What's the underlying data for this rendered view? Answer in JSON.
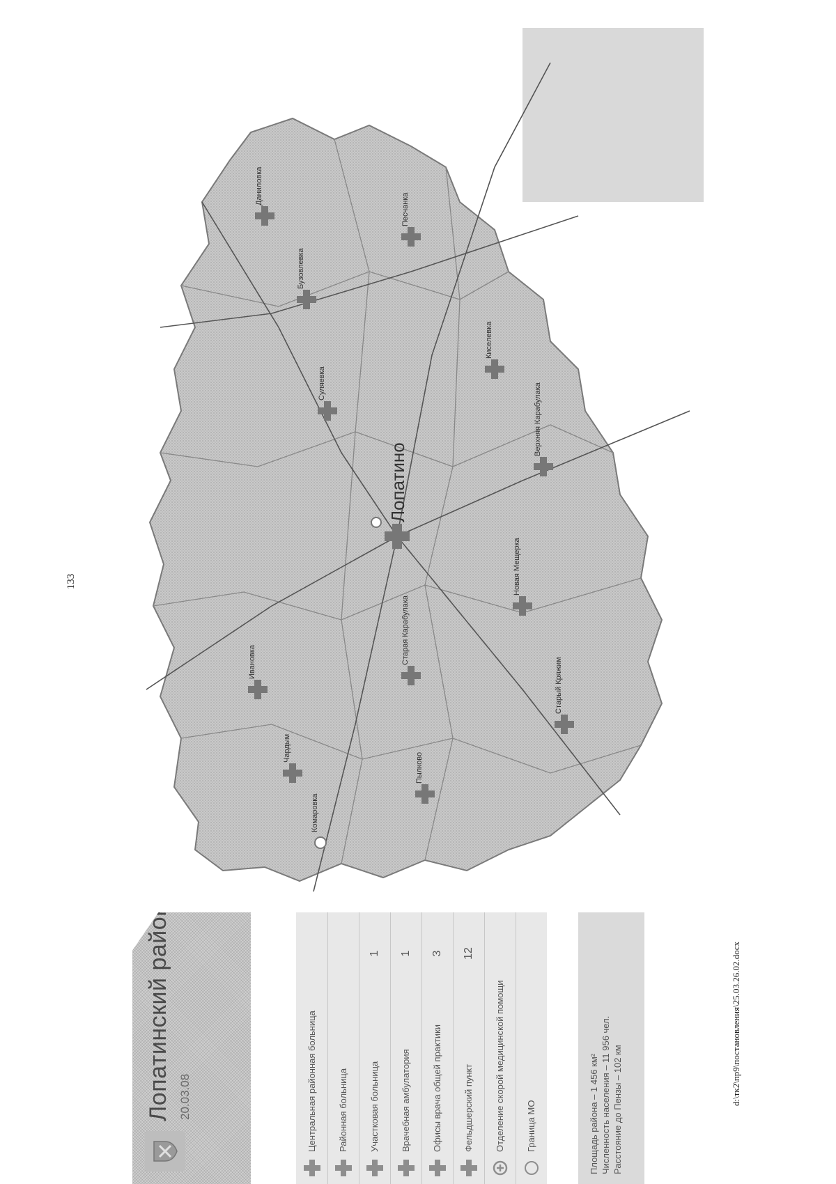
{
  "page_number": "133",
  "file_path": "d:\\тк2\\пр9\\постановления\\25.03.26.02.docx",
  "title": {
    "main": "Лопатинский район",
    "sub": "20.03.08"
  },
  "legend": [
    {
      "icon": "cross-icon",
      "label": "Центральная районная больница",
      "count": ""
    },
    {
      "icon": "cross-icon",
      "label": "Районная больница",
      "count": ""
    },
    {
      "icon": "cross-icon",
      "label": "Участковая больница",
      "count": "1"
    },
    {
      "icon": "cross-icon",
      "label": "Врачебная амбулатория",
      "count": "1"
    },
    {
      "icon": "cross-icon",
      "label": "Офисы врача общей практики",
      "count": "3"
    },
    {
      "icon": "cross-icon",
      "label": "Фельдшерский пункт",
      "count": "12"
    },
    {
      "icon": "ambulance-icon",
      "label": "Отделение скорой медицинской помощи",
      "count": ""
    },
    {
      "icon": "circle-icon",
      "label": "Граница МО",
      "count": ""
    }
  ],
  "summary": {
    "line1": "Площадь района – 1 456 км²",
    "line2": "Численность населения – 11 956 чел.",
    "line3": "Расстояние до Пензы – 102 км"
  },
  "map": {
    "center_label": "Лопатино",
    "settlements": [
      {
        "name": "Лопатино"
      },
      {
        "name": "Суляевка"
      },
      {
        "name": "Ивановка"
      },
      {
        "name": "Чардым"
      },
      {
        "name": "Пылково"
      },
      {
        "name": "Старая Карабулака"
      },
      {
        "name": "Бузовлевка"
      },
      {
        "name": "Даниловка"
      },
      {
        "name": "Киселевка"
      },
      {
        "name": "Верхняя Карабулака"
      },
      {
        "name": "Новая Мещерка"
      },
      {
        "name": "Старый Кряжим"
      },
      {
        "name": "Песчанка"
      },
      {
        "name": "Комаровка"
      }
    ]
  }
}
